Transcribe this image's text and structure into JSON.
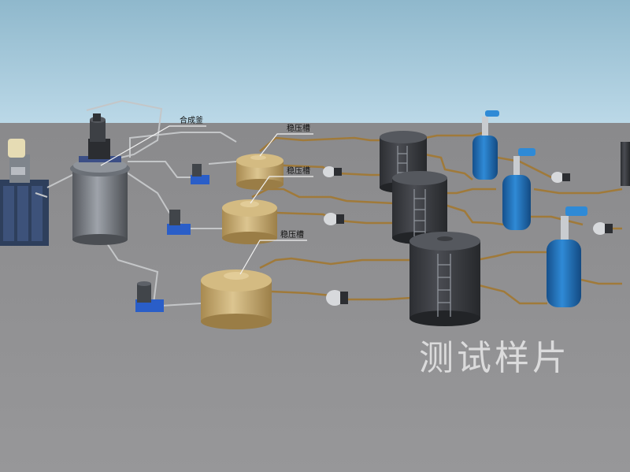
{
  "labels": {
    "reactor": "合成釜",
    "buffer_tank_1": "稳压槽",
    "buffer_tank_2": "稳压槽",
    "buffer_tank_3": "稳压槽"
  },
  "watermark": "测试样片",
  "colors": {
    "sky_top": "#8fb8cc",
    "sky_bottom": "#b7d6e6",
    "floor": "#8e8e90",
    "pipe_copper": "#a07a3a",
    "pipe_grey": "#c4c6c8",
    "pump_blue": "#2a5ec8",
    "buffer_tank_gold": "#c8ad72",
    "storage_tank_dark": "#3b3d41",
    "filter_blue": "#1d6fb8"
  }
}
